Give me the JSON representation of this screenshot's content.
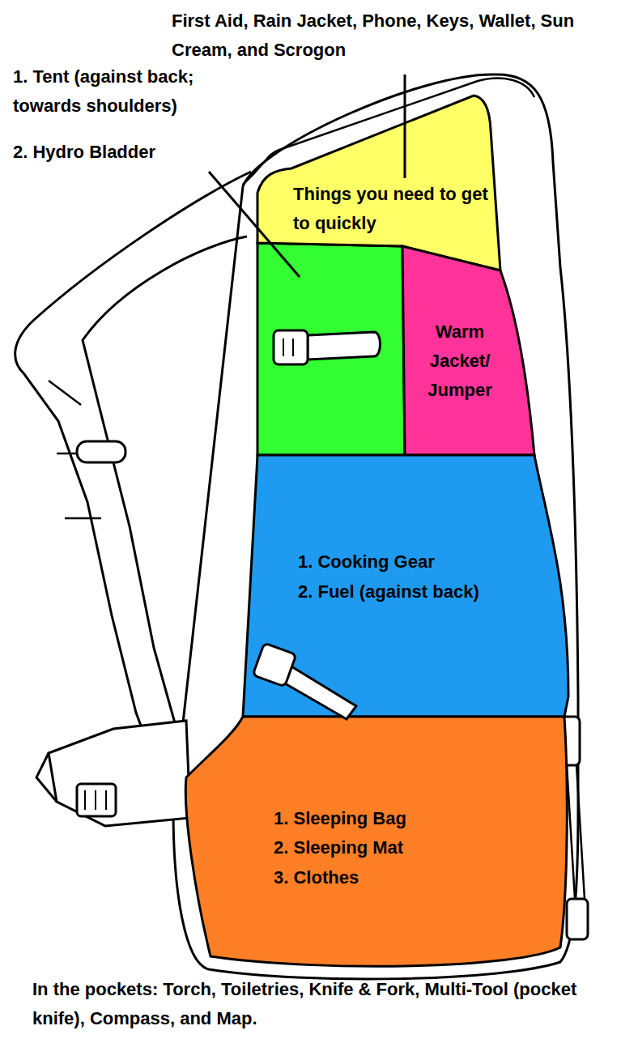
{
  "diagram": {
    "caption": "In the pockets: Torch, Toiletries, Knife & Fork, Multi-Tool (pocket knife), Compass, and Map.",
    "nodes": [
      {
        "text": [
          "Things you need to get to quickly"
        ]
      },
      {
        "text": [
          "Warm Jacket/ Jumper"
        ]
      },
      {
        "text": [
          "1. Cooking Gear",
          "2. Fuel (against back)"
        ]
      },
      {
        "text": [
          "1. Sleeping Bag",
          "2. Sleeping Mat",
          "3. Clothes"
        ]
      }
    ],
    "labels": [
      "First Aid, Rain Jacket, Phone, Keys, Wallet, Sun Cream, and Scrogon",
      "1. Tent (against back; towards shoulders)",
      "2. Hydro Bladder"
    ]
  }
}
